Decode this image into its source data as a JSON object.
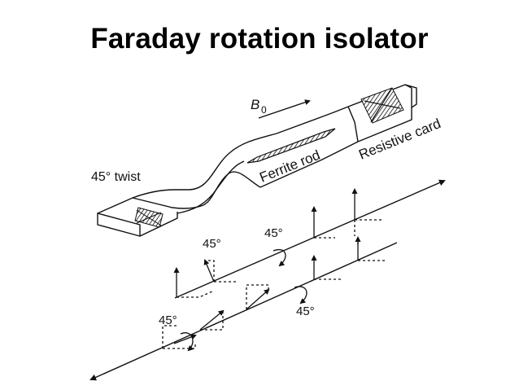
{
  "slide": {
    "title": "Faraday rotation isolator"
  },
  "diagram": {
    "label_b0_main": "B",
    "label_b0_sub": "0",
    "label_ferrite": "Ferrite rod",
    "label_resistive": "Resistive card",
    "label_twist": "45° twist",
    "angle_upper_left": "45°",
    "angle_upper_mid": "45°",
    "angle_lower_left": "45°",
    "angle_lower_mid": "45°"
  },
  "colors": {
    "ink": "#111111",
    "background": "#ffffff"
  }
}
